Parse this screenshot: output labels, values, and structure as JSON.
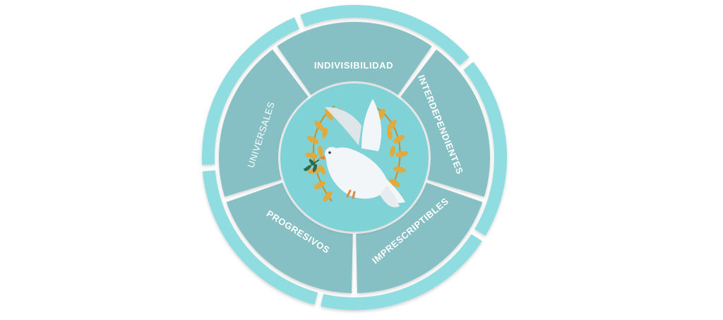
{
  "diagram": {
    "colors": {
      "outer_ring": "#8fdde0",
      "segment_fill": "#86bfc4",
      "center_fill": "#7fd3d6",
      "label_text": "#ffffff",
      "leaf_gold": "#e2a93c",
      "dove": "#f2f6f8"
    },
    "center_icon": "dove-with-olive-branch-and-laurel-icon",
    "segments": [
      {
        "label": "INDIVISIBILIDAD"
      },
      {
        "label": "INTERDEPENDIENTES"
      },
      {
        "label": "IMPRESCRIPTIBLES"
      },
      {
        "label": "PROGRESIVOS"
      },
      {
        "label": "UNIVERSALES"
      }
    ]
  }
}
